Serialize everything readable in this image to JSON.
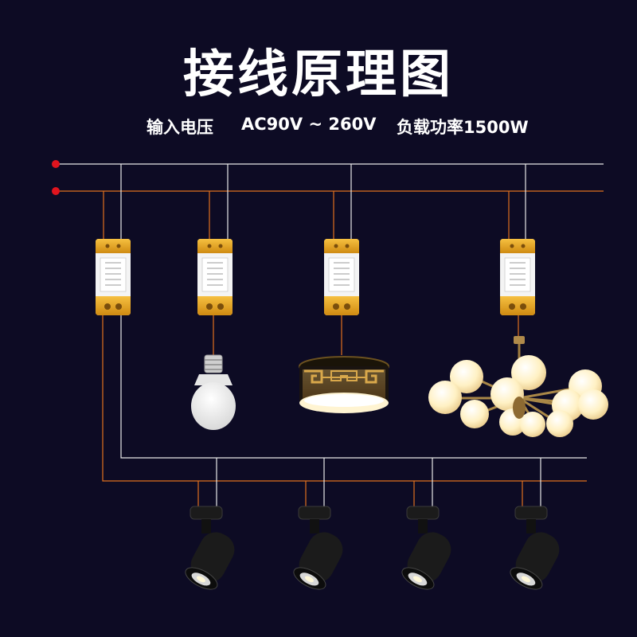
{
  "title": "接线原理图",
  "specs": {
    "input_label": "输入电压",
    "input_value": "AC90V ~ 260V",
    "load_label": "负载功率1500W"
  },
  "colors": {
    "background": "#0d0b24",
    "live_wire": "#e0701e",
    "neutral_wire": "#e8e8e8",
    "terminal_dot": "#e0141e",
    "controller_cap": "#e8a825",
    "controller_body": "#f4f4f4",
    "lamp_warm": "#fff3c8",
    "spotlight": "#1b1b1b"
  },
  "controllers": [
    {
      "icon": "smart-switch-module-icon",
      "load": "spotlights"
    },
    {
      "icon": "smart-switch-module-icon",
      "load": "bulb"
    },
    {
      "icon": "smart-switch-module-icon",
      "load": "ceiling-lamp"
    },
    {
      "icon": "smart-switch-module-icon",
      "load": "chandelier"
    }
  ],
  "lamps": [
    "bulb-icon",
    "ceiling-lamp-icon",
    "chandelier-icon",
    "spotlight-icon",
    "spotlight-icon",
    "spotlight-icon",
    "spotlight-icon"
  ]
}
